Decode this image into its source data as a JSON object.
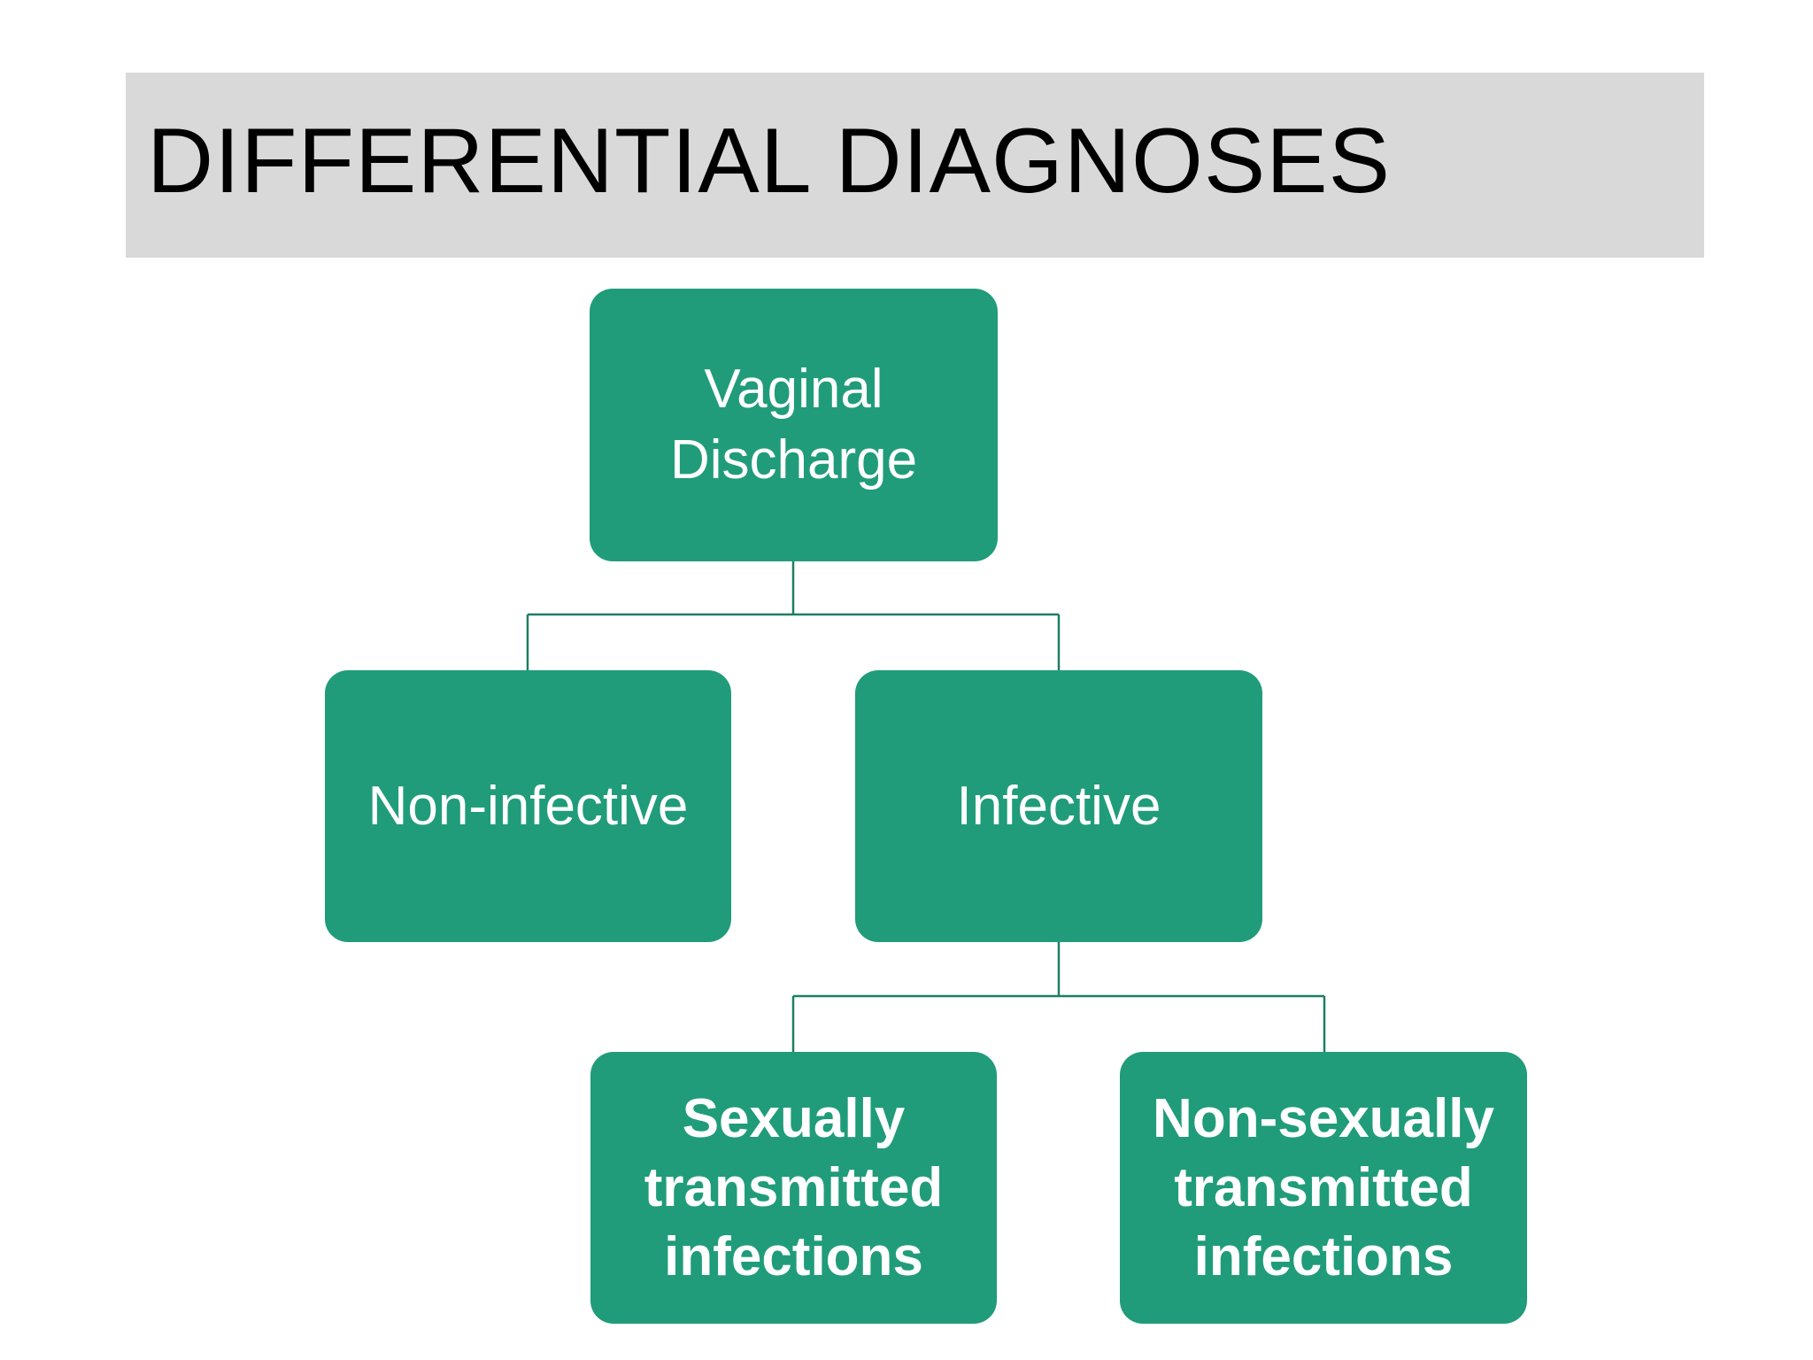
{
  "title": "DIFFERENTIAL DIAGNOSES",
  "colors": {
    "title_bar": "#d9d9d9",
    "node_fill": "#209c7a",
    "node_text": "#ffffff",
    "connector": "#1e7e63"
  },
  "nodes": {
    "root": "Vaginal Discharge",
    "non_infective": "Non-infective",
    "infective": "Infective",
    "sexually_transmitted": "Sexually transmitted infections",
    "non_sexually_transmitted": "Non-sexually transmitted infections"
  },
  "edges": [
    {
      "from": "root",
      "to": "non_infective"
    },
    {
      "from": "root",
      "to": "infective"
    },
    {
      "from": "infective",
      "to": "sexually_transmitted"
    },
    {
      "from": "infective",
      "to": "non_sexually_transmitted"
    }
  ]
}
